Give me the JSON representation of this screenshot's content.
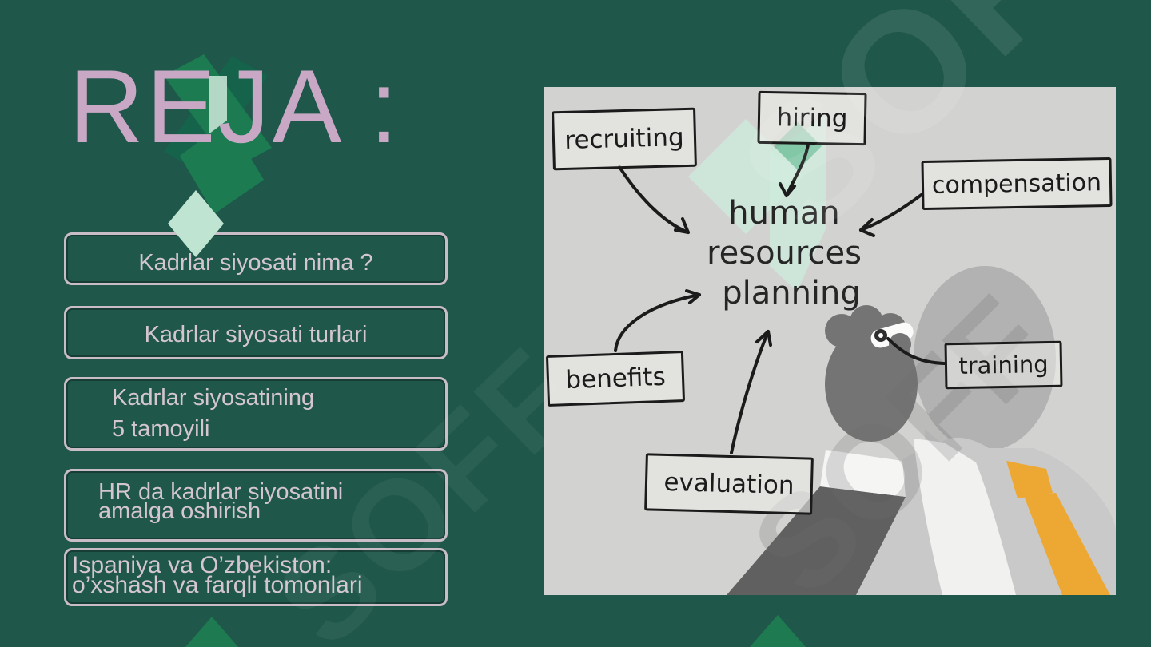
{
  "slide": {
    "title": "REJA :",
    "agenda": [
      {
        "lines": [
          "Kadrlar siyosati nima ?"
        ]
      },
      {
        "lines": [
          "Kadrlar siyosati turlari"
        ]
      },
      {
        "lines": [
          "Kadrlar siyosatining",
          "5 tamoyili"
        ]
      },
      {
        "lines": [
          "HR da kadrlar siyosatini",
          "amalga oshirish"
        ]
      },
      {
        "lines": [
          "Ispaniya va O’zbekiston:",
          "o’xshash va farqli tomonlari"
        ]
      }
    ]
  },
  "photo": {
    "labels": {
      "recruiting": "recruiting",
      "hiring": "hiring",
      "compensation": "compensation",
      "benefits": "benefits",
      "evaluation": "evaluation",
      "training": "training"
    },
    "center": {
      "line1": "human",
      "line2": "resources",
      "line3": "planning"
    }
  },
  "watermark": {
    "text": "SOFF"
  },
  "colors": {
    "background": "#1f574a",
    "title": "#c9a8c5",
    "agenda_border": "#c8bcc7",
    "agenda_text": "#d4c5d2",
    "logo_green": "#1c7b51",
    "logo_green_dark": "#15644a",
    "logo_mint": "#cfe9da",
    "photo_background": "#d2d2d0",
    "diagram_ink": "#1b1b1b",
    "tie_orange": "#eda733"
  }
}
